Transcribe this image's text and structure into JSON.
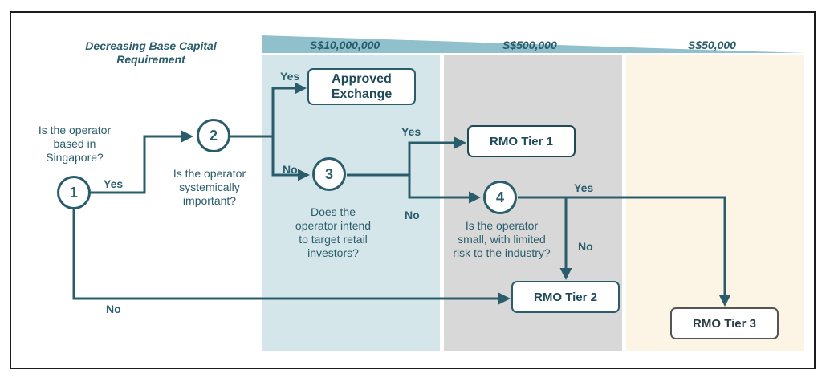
{
  "header": {
    "capital_title": "Decreasing Base Capital Requirement",
    "amounts": [
      "S$10,000,000",
      "S$500,000",
      "S$50,000"
    ]
  },
  "nodes": {
    "q1": {
      "number": "1",
      "question": "Is the operator based in Singapore?"
    },
    "q2": {
      "number": "2",
      "question": "Is the operator systemically important?"
    },
    "q3": {
      "number": "3",
      "question": "Does the operator intend to target retail investors?"
    },
    "q4": {
      "number": "4",
      "question": "Is the operator small, with limited risk to the industry?"
    }
  },
  "outcomes": {
    "approved": "Approved Exchange",
    "tier1": "RMO Tier 1",
    "tier2": "RMO Tier 2",
    "tier3": "RMO Tier 3"
  },
  "edges": {
    "q1_yes": "Yes",
    "q1_no": "No",
    "q2_yes": "Yes",
    "q2_no": "No",
    "q3_yes": "Yes",
    "q3_no": "No",
    "q4_yes": "Yes",
    "q4_no": "No"
  },
  "colors": {
    "primary": "#2a5d6b",
    "band_high": "#d5e6ea",
    "band_mid": "#d8d8d8",
    "band_low": "#fcf4e4",
    "wedge": "#8fc0cb"
  }
}
